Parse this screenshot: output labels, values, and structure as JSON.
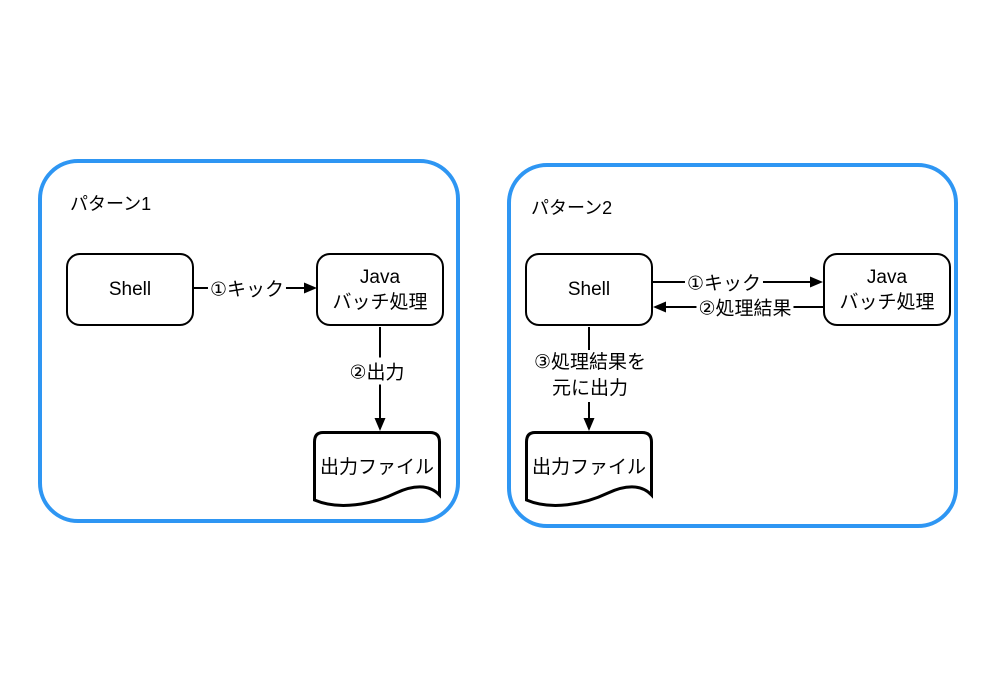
{
  "colors": {
    "accent": "#2e96f3",
    "ink": "#000000"
  },
  "panels": [
    {
      "title": "パターン1",
      "shell": "Shell",
      "java_line1": "Java",
      "java_line2": "バッチ処理",
      "kick_label": "①キック",
      "output_label": "②出力",
      "file": "出力ファイル"
    },
    {
      "title": "パターン2",
      "shell": "Shell",
      "java_line1": "Java",
      "java_line2": "バッチ処理",
      "kick_label": "①キック",
      "result_label": "②処理結果",
      "output_label_line1": "③処理結果を",
      "output_label_line2": "元に出力",
      "file": "出力ファイル"
    }
  ]
}
